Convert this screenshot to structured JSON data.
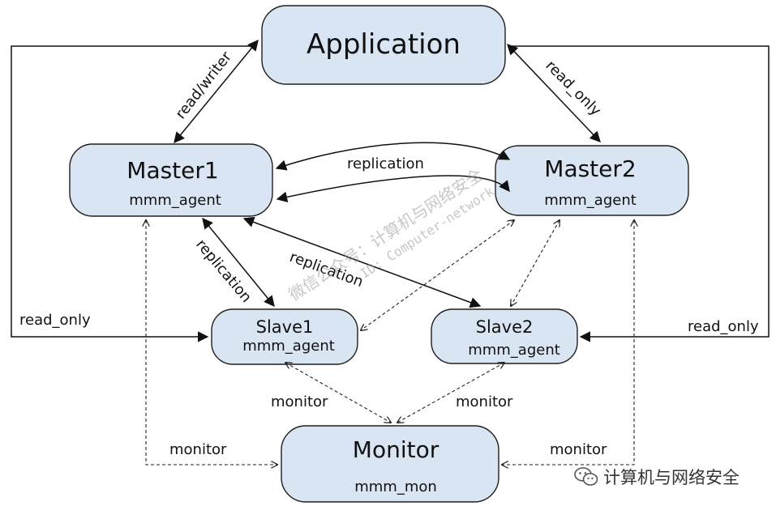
{
  "nodes": {
    "application": {
      "title": "Application"
    },
    "master1": {
      "title": "Master1",
      "sub": "mmm_agent"
    },
    "master2": {
      "title": "Master2",
      "sub": "mmm_agent"
    },
    "slave1": {
      "title": "Slave1",
      "sub": "mmm_agent"
    },
    "slave2": {
      "title": "Slave2",
      "sub": "mmm_agent"
    },
    "monitor": {
      "title": "Monitor",
      "sub": "mmm_mon"
    }
  },
  "edges": {
    "app_master1": "read/writer",
    "app_master2": "read_only",
    "master_replication": "replication",
    "master1_slave1": "replication",
    "master1_slave2": "replication",
    "left_read_only": "read_only",
    "right_read_only": "read_only",
    "slave1_monitor": "monitor",
    "slave2_monitor": "monitor",
    "master1_monitor": "monitor",
    "master2_monitor": "monitor"
  },
  "watermark": {
    "line1": "微信公众号：计算机与网络安全",
    "line2": "ID: Computer-network"
  },
  "brand": {
    "name": "计算机与网络安全",
    "icon": "wechat-icon"
  }
}
